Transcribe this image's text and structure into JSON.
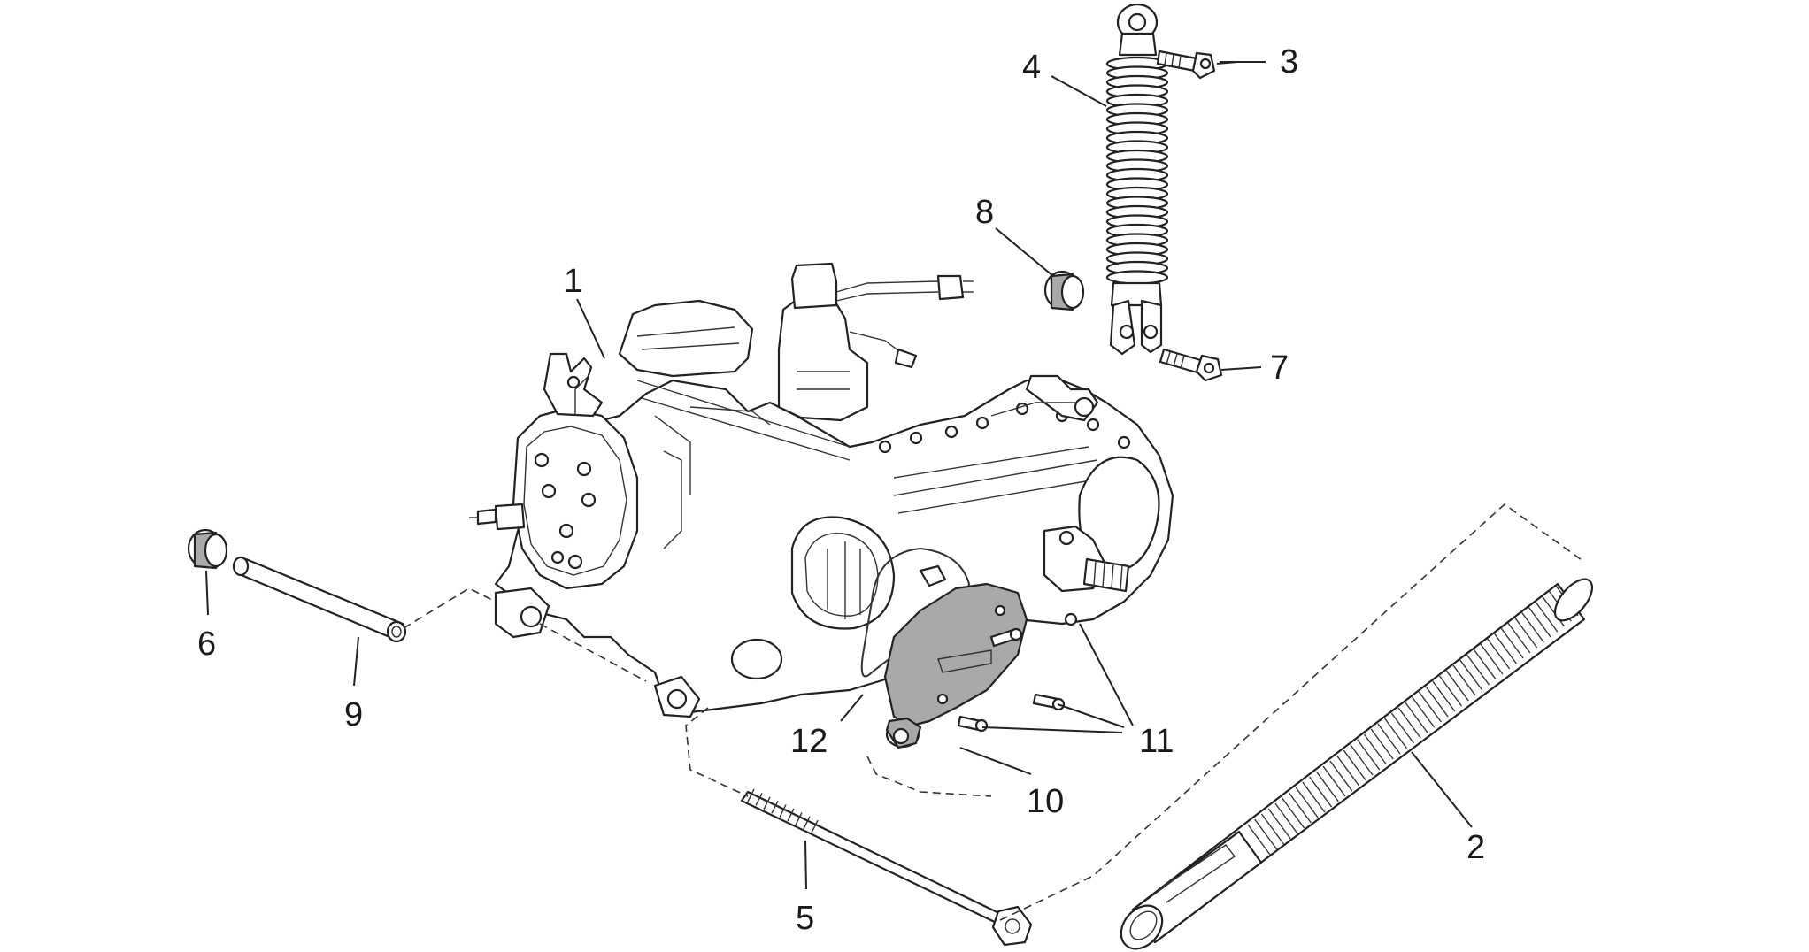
{
  "callouts": [
    {
      "id": "1",
      "label": "1"
    },
    {
      "id": "2",
      "label": "2"
    },
    {
      "id": "3",
      "label": "3"
    },
    {
      "id": "4",
      "label": "4"
    },
    {
      "id": "5",
      "label": "5"
    },
    {
      "id": "6",
      "label": "6"
    },
    {
      "id": "7",
      "label": "7"
    },
    {
      "id": "8",
      "label": "8"
    },
    {
      "id": "9",
      "label": "9"
    },
    {
      "id": "10",
      "label": "10"
    },
    {
      "id": "11",
      "label": "11"
    },
    {
      "id": "12",
      "label": "12"
    }
  ],
  "colors": {
    "line": "#222222",
    "shaded_part": "#a9a9a9",
    "background": "#ffffff"
  }
}
